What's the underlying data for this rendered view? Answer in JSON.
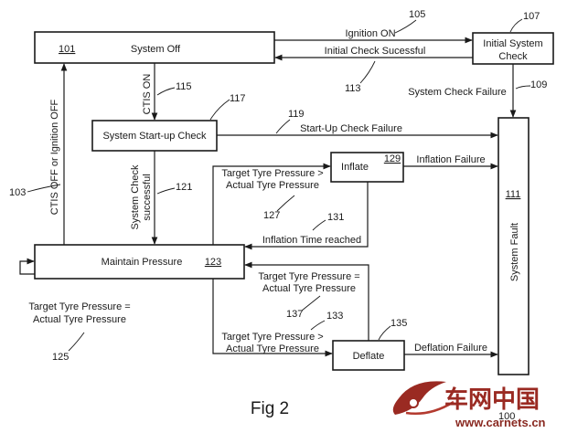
{
  "boxes": {
    "system_off": {
      "number": "101",
      "label": "System Off"
    },
    "initial_check": {
      "number": "107",
      "label_line1": "Initial System",
      "label_line2": "Check"
    },
    "startup_check": {
      "number": "117",
      "label": "System Start-up Check"
    },
    "inflate": {
      "number": "129",
      "label": "Inflate"
    },
    "maintain": {
      "number": "123",
      "label": "Maintain Pressure"
    },
    "deflate": {
      "number": "135",
      "label": "Deflate"
    },
    "system_fault": {
      "number": "111",
      "label": "System Fault"
    }
  },
  "edges": {
    "ignition_on": {
      "number": "105",
      "label": "Ignition ON"
    },
    "initial_success": {
      "number": "113",
      "label": "Initial Check Sucessful"
    },
    "check_failure": {
      "number": "109",
      "label": "System Check Failure"
    },
    "ctis_on": {
      "number": "115",
      "label": "CTIS ON"
    },
    "startup_failure": {
      "number": "119",
      "label": "Start-Up Check Failure"
    },
    "check_successful": {
      "number": "121",
      "label_line1": "System Check",
      "label_line2": "successful"
    },
    "ctis_off": {
      "number": "103",
      "label": "CTIS OFF or Ignition OFF"
    },
    "inflate_cond": {
      "number": "127",
      "label_line1": "Target Tyre Pressure >",
      "label_line2": "Actual Tyre Pressure"
    },
    "inflation_failure": {
      "label": "Inflation Failure"
    },
    "inflation_time": {
      "number": "131",
      "label": "Inflation Time reached"
    },
    "equal_cond": {
      "number": "125",
      "label_line1": "Target Tyre Pressure =",
      "label_line2": "Actual Tyre Pressure"
    },
    "deflate_return": {
      "number": "137",
      "label_line1": "Target Tyre Pressure =",
      "label_line2": "Actual Tyre Pressure"
    },
    "deflate_cond": {
      "number": "133",
      "label_line1": "Target Tyre Pressure >",
      "label_line2": "Actual Tyre Pressure"
    },
    "deflation_failure": {
      "label": "Deflation Failure"
    }
  },
  "caption": "Fig 2",
  "stray_number": "100",
  "watermark": {
    "chinese": "车网中国",
    "url": "www.carnets.cn",
    "logo": "car-swoosh-logo"
  }
}
